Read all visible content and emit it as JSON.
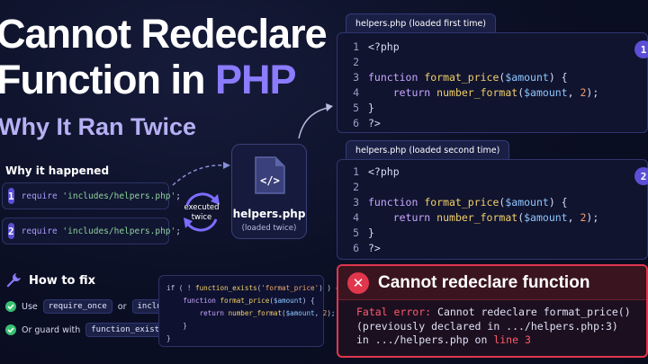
{
  "title": {
    "line1": "Cannot Redeclare",
    "line2_prefix": "Function in ",
    "line2_highlight": "PHP",
    "subtitle": "Why It Ran Twice"
  },
  "why": {
    "heading": "Why it happened",
    "items": [
      {
        "num": "1",
        "fn": "require",
        "arg": "'includes/helpers.php'",
        "end": ";"
      },
      {
        "num": "2",
        "fn": "require",
        "arg": "'includes/helpers.php'",
        "end": ";"
      }
    ],
    "cycle_label_1": "executed",
    "cycle_label_2": "twice"
  },
  "file_card": {
    "icon": "file-code-icon",
    "name": "helpers.php",
    "subtitle": "(loaded twice)"
  },
  "fix": {
    "heading": "How to fix",
    "icon": "wrench-icon",
    "row1_prefix": "Use",
    "row1_opt1": "require_once",
    "row1_mid": "or",
    "row1_opt2": "include_once",
    "row2_prefix": "Or guard with",
    "row2_opt": "function_exists()",
    "code": {
      "l1a": "if ( ! ",
      "l1b": "function_exists",
      "l1c": "(",
      "l1d": "'format_price'",
      "l1e": ") ) {",
      "l2a": "    function ",
      "l2b": "format_price",
      "l2c": "(",
      "l2d": "$amount",
      "l2e": ") {",
      "l3a": "        return ",
      "l3b": "number_format",
      "l3c": "(",
      "l3d": "$amount",
      "l3e": ", ",
      "l3f": "2",
      "l3g": ");",
      "l4": "    }",
      "l5": "}"
    }
  },
  "panels": [
    {
      "tab": "helpers.php (loaded first time)",
      "badge": "1",
      "lines": {
        "n": [
          "1",
          "2",
          "3",
          "4",
          "5",
          "6"
        ],
        "open": "<?php",
        "fn_kw": "function ",
        "fn_name": "format_price",
        "fn_paren": "(",
        "fn_var": "$amount",
        "fn_close": ") {",
        "ret_kw": "    return ",
        "ret_fn": "number_format",
        "ret_paren": "(",
        "ret_var": "$amount",
        "ret_comma": ", ",
        "ret_num": "2",
        "ret_close": ");",
        "brace": "}",
        "close": "?>"
      }
    },
    {
      "tab": "helpers.php (loaded second time)",
      "badge": "2",
      "lines": {
        "n": [
          "1",
          "2",
          "3",
          "4",
          "5",
          "6"
        ],
        "open": "<?php",
        "fn_kw": "function ",
        "fn_name": "format_price",
        "fn_paren": "(",
        "fn_var": "$amount",
        "fn_close": ") {",
        "ret_kw": "    return ",
        "ret_fn": "number_format",
        "ret_paren": "(",
        "ret_var": "$amount",
        "ret_comma": ", ",
        "ret_num": "2",
        "ret_close": ");",
        "brace": "}",
        "close": "?>"
      }
    }
  ],
  "error": {
    "icon": "x-circle-icon",
    "title": "Cannot redeclare function",
    "line1_red": "Fatal error:",
    "line1_rest": " Cannot redeclare format_price()",
    "line2": "(previously declared in .../helpers.php:3)",
    "line3_a": "in .../helpers.php on ",
    "line3_red": "line 3"
  },
  "colors": {
    "accent": "#8b7cff",
    "error": "#e0374d",
    "badge": "#5b4fd6"
  }
}
